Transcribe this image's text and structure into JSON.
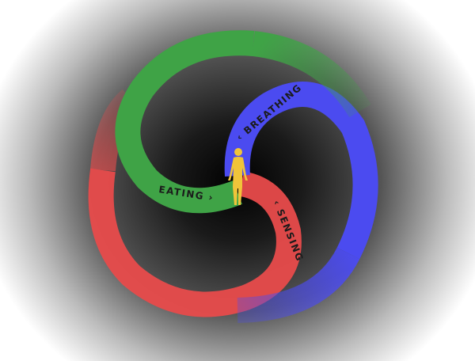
{
  "diagram": {
    "labels": {
      "eating": "EATING ›",
      "breathing": "‹ BREATHING",
      "sensing": "‹ SENSING"
    },
    "colors": {
      "eating": "#3fa346",
      "breathing": "#4b4bf0",
      "sensing": "#e84b4b",
      "figure": "#f0c43a"
    },
    "center_icon": "person-figure-icon"
  }
}
